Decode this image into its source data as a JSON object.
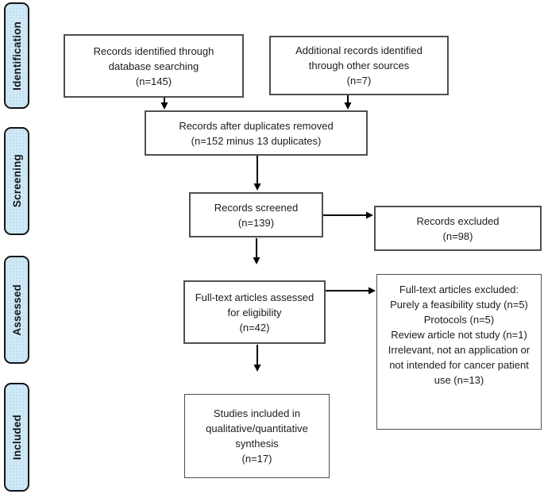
{
  "sidebar": {
    "stages": [
      {
        "label": "Identification"
      },
      {
        "label": "Screening"
      },
      {
        "label": "Assessed"
      },
      {
        "label": "Included"
      }
    ]
  },
  "boxes": {
    "identified_database": {
      "text": "Records identified through\ndatabase searching\n(n=145)"
    },
    "identified_other": {
      "text": "Additional records identified\nthrough other sources\n(n=7)"
    },
    "duplicates_removed": {
      "text": "Records after duplicates removed\n(n=152 minus 13 duplicates)"
    },
    "records_screened": {
      "text": "Records screened\n(n=139)"
    },
    "records_excluded": {
      "text": "Records excluded\n(n=98)"
    },
    "fulltext_assessed": {
      "text": "Full-text articles assessed\nfor eligibility\n(n=42)"
    },
    "fulltext_excluded": {
      "text": "Full-text articles excluded:\nPurely a feasibility study (n=5)\nProtocols (n=5)\nReview article not study (n=1)\nIrrelevant, not an application or\nnot intended for cancer patient\nuse (n=13)"
    },
    "studies_included": {
      "text": "Studies included in\nqualitative/quantitative\nsynthesis\n(n=17)"
    }
  },
  "counts": {
    "database_search": 145,
    "other_sources": 7,
    "after_duplicates": "152 minus 13 duplicates",
    "screened": 139,
    "excluded_screening": 98,
    "fulltext_assessed": 42,
    "excluded_feasibility": 5,
    "excluded_protocols": 5,
    "excluded_review": 1,
    "excluded_irrelevant": 13,
    "included_synthesis": 17
  },
  "colors": {
    "stage_fill": "#cfe9f7",
    "stage_border": "#141414",
    "box_border": "#4f4f4f",
    "arrow": "#000000",
    "background": "#ffffff"
  }
}
